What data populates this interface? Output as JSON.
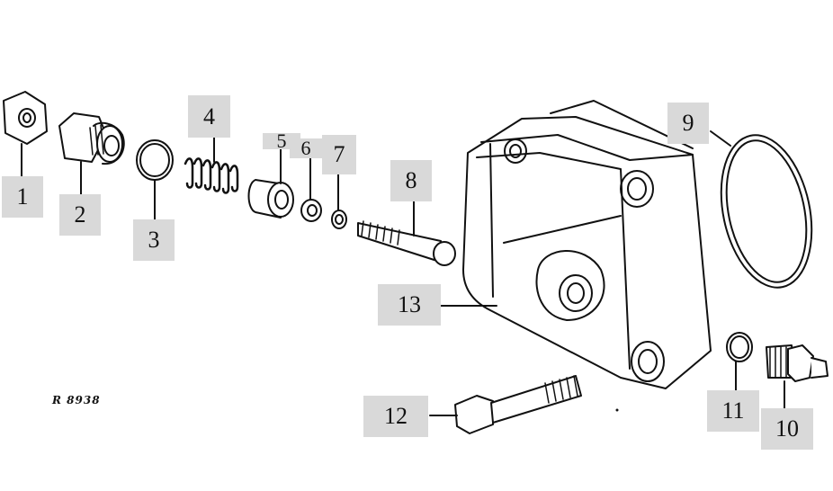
{
  "figure_ref": "R 8938",
  "parts": [
    {
      "id": "part-1",
      "label": "1"
    },
    {
      "id": "part-2",
      "label": "2"
    },
    {
      "id": "part-3",
      "label": "3"
    },
    {
      "id": "part-4",
      "label": "4"
    },
    {
      "id": "part-5",
      "label": "5"
    },
    {
      "id": "part-6",
      "label": "6"
    },
    {
      "id": "part-7",
      "label": "7"
    },
    {
      "id": "part-8",
      "label": "8"
    },
    {
      "id": "part-9",
      "label": "9"
    },
    {
      "id": "part-10",
      "label": "10"
    },
    {
      "id": "part-11",
      "label": "11"
    },
    {
      "id": "part-12",
      "label": "12"
    },
    {
      "id": "part-13",
      "label": "13"
    }
  ]
}
